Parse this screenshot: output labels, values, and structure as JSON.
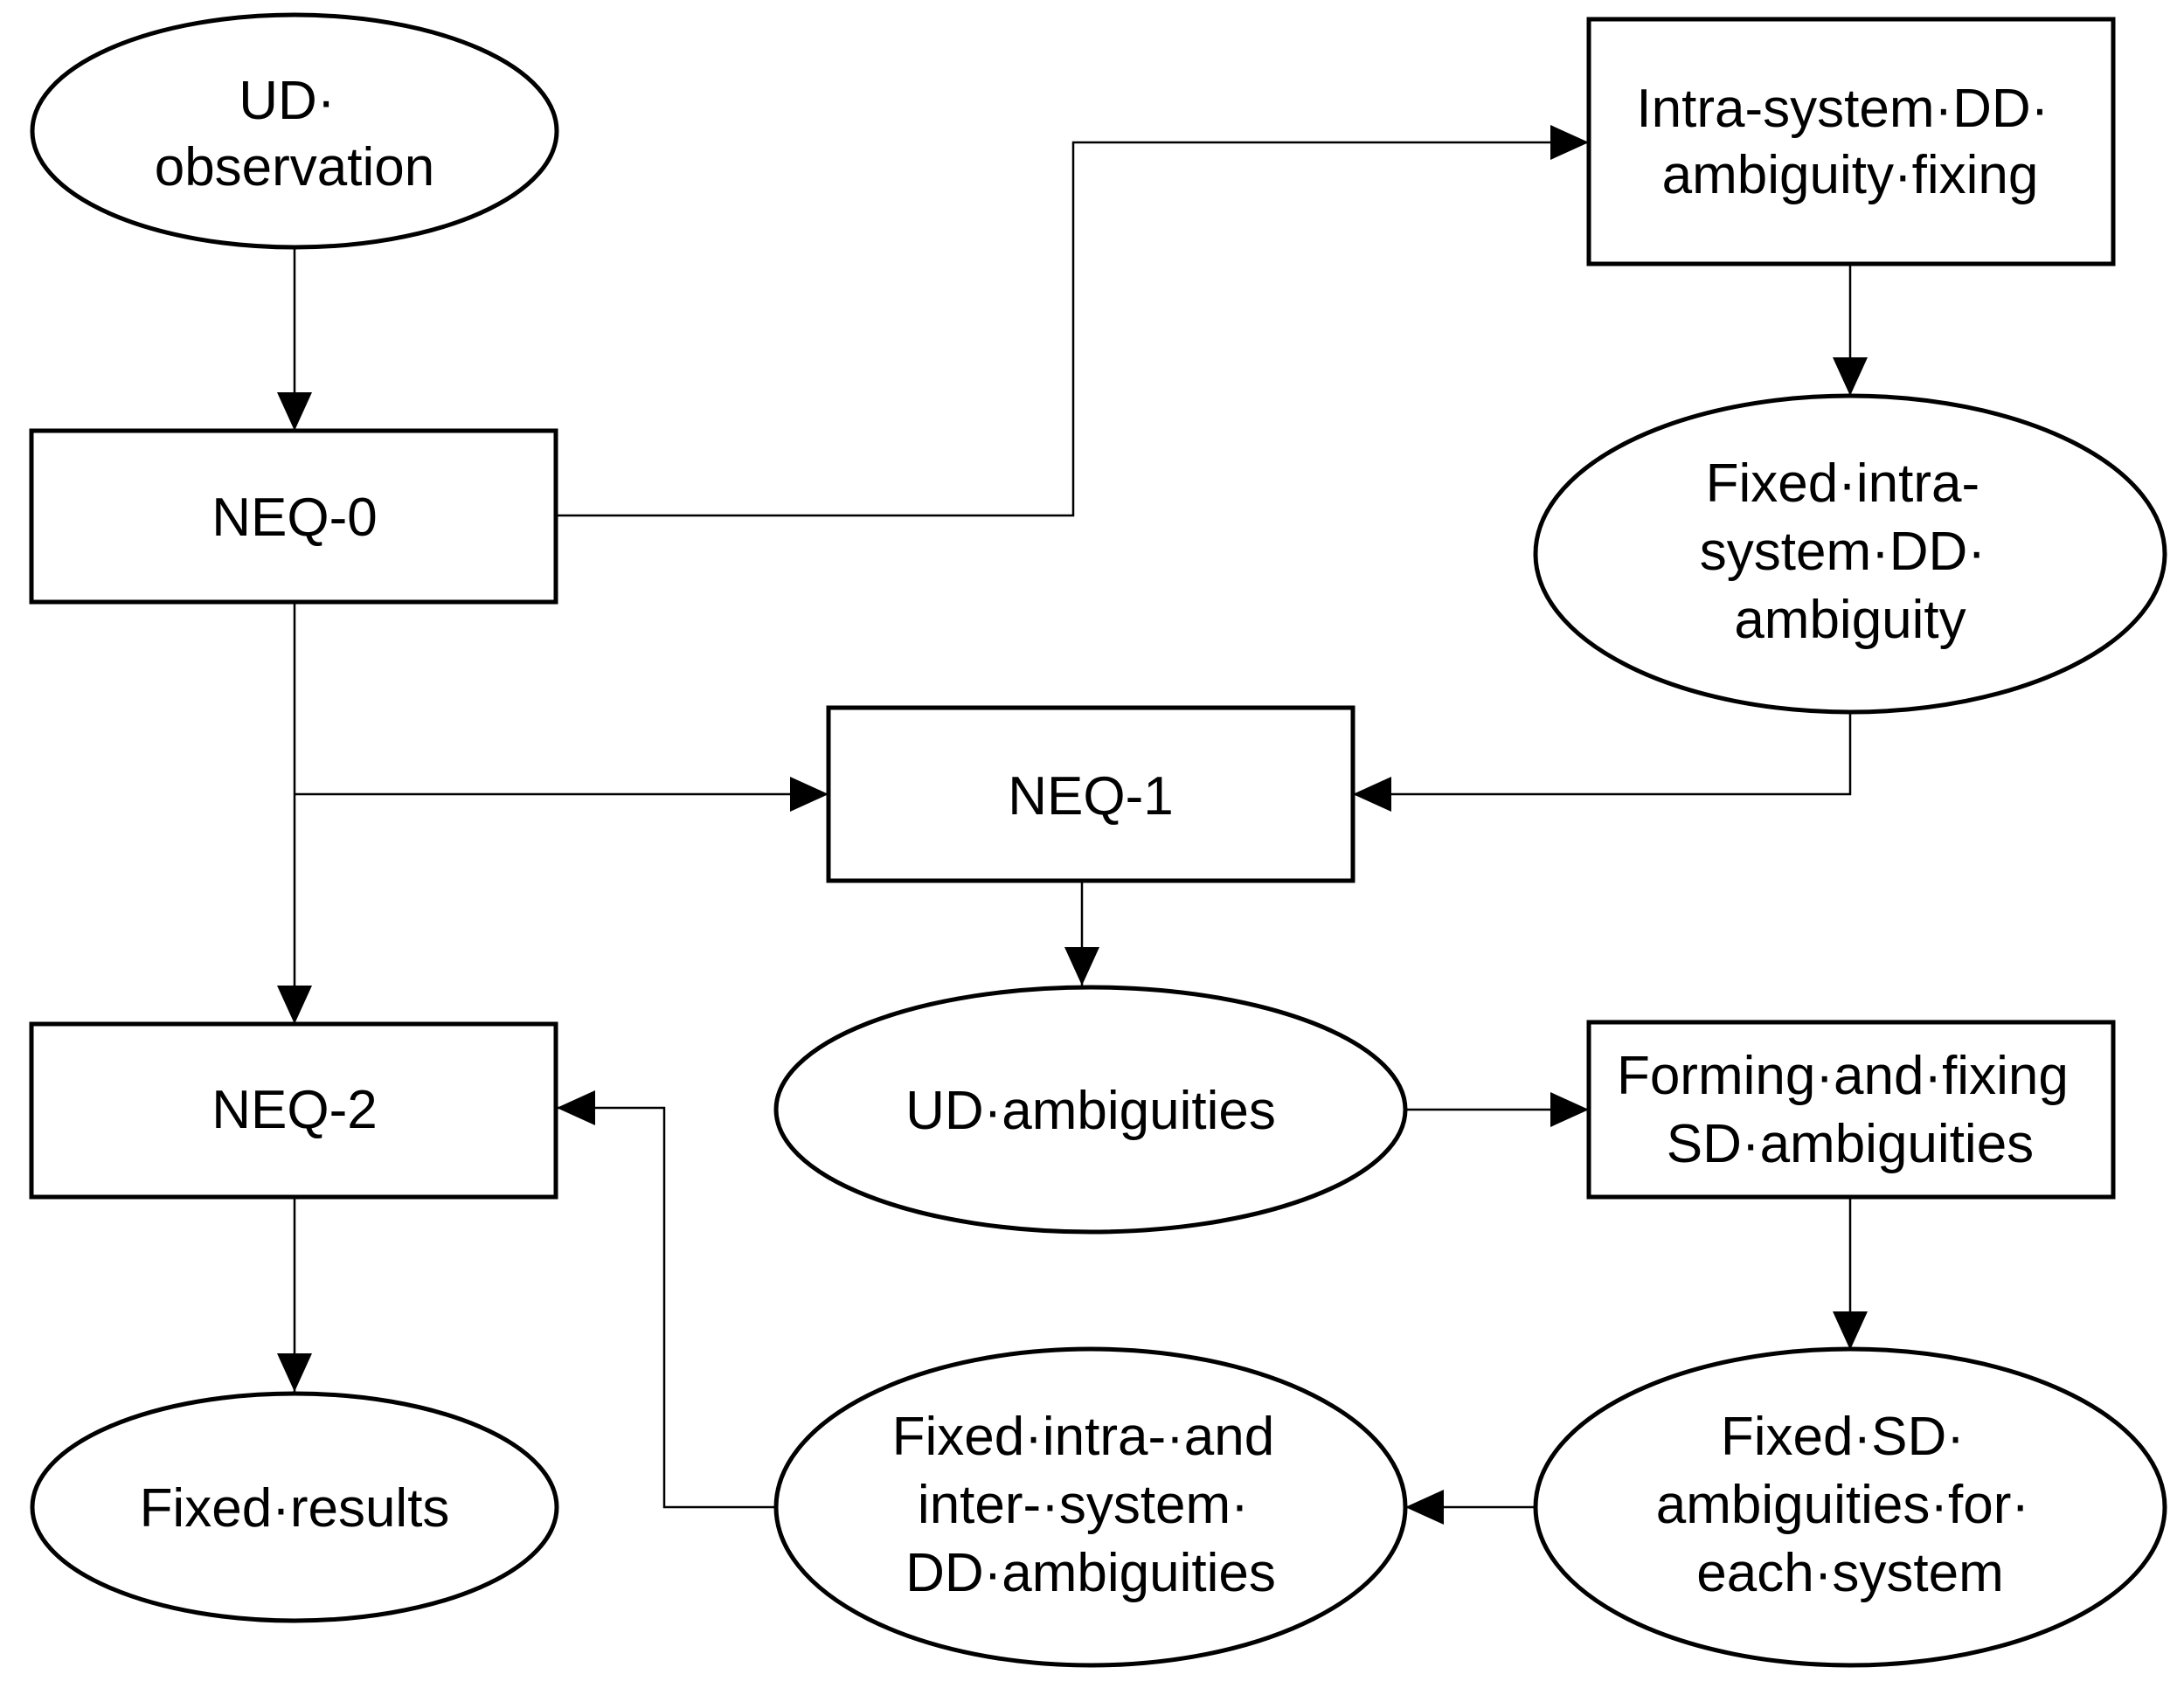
{
  "nodes": {
    "ud_observation": {
      "shape": "ellipse",
      "lines": [
        "UD·",
        "observation"
      ]
    },
    "neq0": {
      "shape": "rect",
      "lines": [
        "NEQ-0"
      ]
    },
    "intra_fixing": {
      "shape": "rect",
      "lines": [
        "Intra-system·DD·",
        "ambiguity·fixing"
      ]
    },
    "fixed_intra": {
      "shape": "ellipse",
      "lines": [
        "Fixed·intra-",
        "system·DD·",
        "ambiguity"
      ]
    },
    "neq1": {
      "shape": "rect",
      "lines": [
        "NEQ-1"
      ]
    },
    "neq2": {
      "shape": "rect",
      "lines": [
        "NEQ-2"
      ]
    },
    "ud_ambiguities": {
      "shape": "ellipse",
      "lines": [
        "UD·ambiguities"
      ]
    },
    "forming_fixing_sd": {
      "shape": "rect",
      "lines": [
        "Forming·and·fixing",
        "SD·ambiguities"
      ]
    },
    "fixed_results": {
      "shape": "ellipse",
      "lines": [
        "Fixed·results"
      ]
    },
    "fixed_intra_inter": {
      "shape": "ellipse",
      "lines": [
        "Fixed·intra-·and",
        "inter-·system·",
        "DD·ambiguities"
      ]
    },
    "fixed_sd_each": {
      "shape": "ellipse",
      "lines": [
        "Fixed·SD·",
        "ambiguities·for·",
        "each·system"
      ]
    }
  },
  "edges": [
    {
      "from": "ud_observation",
      "to": "neq0"
    },
    {
      "from": "neq0",
      "to": "intra_fixing"
    },
    {
      "from": "intra_fixing",
      "to": "fixed_intra"
    },
    {
      "from": "fixed_intra",
      "to": "neq1"
    },
    {
      "from": "neq0",
      "to": "neq1"
    },
    {
      "from": "neq0",
      "to": "neq2"
    },
    {
      "from": "neq1",
      "to": "ud_ambiguities"
    },
    {
      "from": "ud_ambiguities",
      "to": "forming_fixing_sd"
    },
    {
      "from": "forming_fixing_sd",
      "to": "fixed_sd_each"
    },
    {
      "from": "fixed_sd_each",
      "to": "fixed_intra_inter"
    },
    {
      "from": "fixed_intra_inter",
      "to": "neq2"
    },
    {
      "from": "neq2",
      "to": "fixed_results"
    }
  ]
}
